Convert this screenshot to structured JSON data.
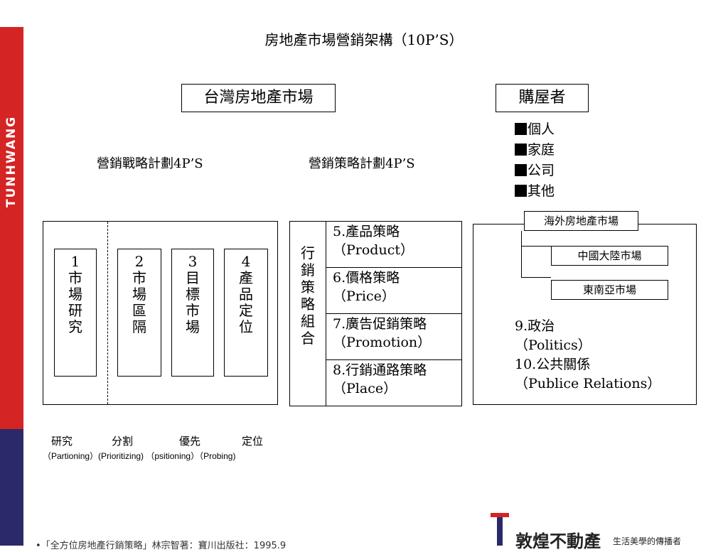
{
  "brand": "TUNHWANG",
  "title": "房地產市場營銷架構（10P’S）",
  "market_label": "台灣房地產市場",
  "buyer_label": "購屋者",
  "buyers": [
    "個人",
    "家庭",
    "公司",
    "其他"
  ],
  "strategic_plan": "營銷戰略計劃4P’S",
  "tactical_plan": "營銷策略計劃4P’S",
  "strategy_items": [
    {
      "num": "1",
      "text": "市場研究"
    },
    {
      "num": "2",
      "text": "市場區隔"
    },
    {
      "num": "3",
      "text": "目標市場"
    },
    {
      "num": "4",
      "text": "產品定位"
    }
  ],
  "mix_label": "行銷策略組合",
  "mix_items": [
    {
      "l1": "5.產品策略",
      "l2": "（Product）"
    },
    {
      "l1": "6.價格策略",
      "l2": "（Price）"
    },
    {
      "l1": "7.廣告促銷策略",
      "l2": "（Promotion）"
    },
    {
      "l1": "8.行銷通路策略",
      "l2": "（Place）"
    }
  ],
  "overseas": "海外房地產市場",
  "china": "中國大陸市場",
  "sea": "東南亞市場",
  "politics_1": "9.政治",
  "politics_2": "（Politics）",
  "pr_1": "10.公共關係",
  "pr_2": "（Publice Relations）",
  "bottom_zh": [
    "研究",
    "分割",
    "優先",
    "定位"
  ],
  "bottom_en": "（Partioning）(Prioritizing) （psitioning）（Probing)",
  "footer": "•「全方位房地產行銷策略」林宗智著：寶川出版社：1995.9",
  "logo": "敦煌不動產",
  "slogan": "生活美學的傳播者"
}
